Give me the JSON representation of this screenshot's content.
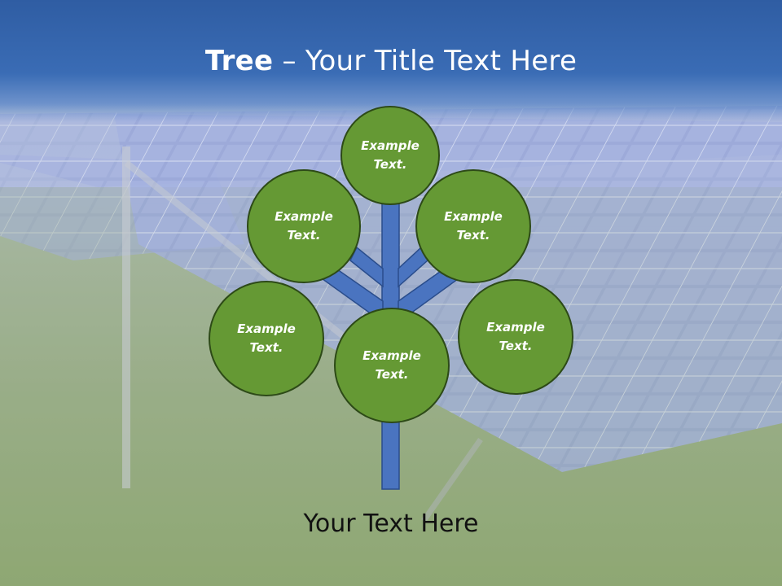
{
  "title": {
    "bold": "Tree",
    "dash": " – ",
    "rest": "Your Title Text Here"
  },
  "nodes": [
    {
      "label": "Example\nText."
    },
    {
      "label": "Example\nText."
    },
    {
      "label": "Example\nText."
    },
    {
      "label": "Example\nText."
    },
    {
      "label": "Example\nText."
    },
    {
      "label": "Example\nText."
    }
  ],
  "caption": "Your Text Here",
  "colors": {
    "title_band": "#3a6cb5",
    "node_fill": "#659934",
    "node_border": "#2d4a17",
    "trunk": "#4a74c0"
  }
}
